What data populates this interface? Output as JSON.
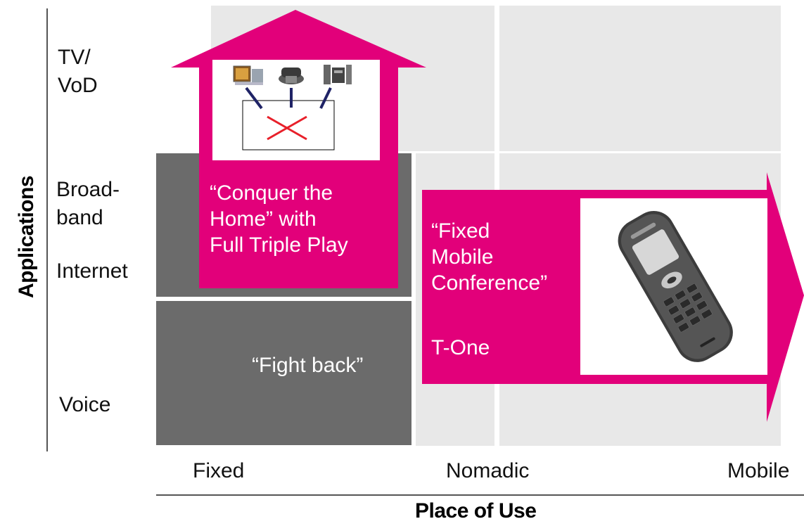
{
  "colors": {
    "magenta": "#e2007a",
    "grid_cell": "#e8e8e8",
    "dark_block": "#6b6b6b",
    "axis_line": "#555555"
  },
  "y_axis": {
    "title": "Applications",
    "labels": {
      "tv_vod_line1": "TV/",
      "tv_vod_line2": "VoD",
      "broadband_line1": "Broad-",
      "broadband_line2": "band",
      "internet": "Internet",
      "voice": "Voice"
    }
  },
  "x_axis": {
    "title": "Place of Use",
    "labels": {
      "fixed": "Fixed",
      "nomadic": "Nomadic",
      "mobile": "Mobile"
    }
  },
  "blocks": {
    "fight_back": "“Fight back”",
    "conquer_home": {
      "line1": "“Conquer the",
      "line2": "Home” with",
      "line3": "Full Triple Play"
    },
    "fixed_mobile": {
      "line1": "“Fixed",
      "line2": "Mobile",
      "line3": "Conference”",
      "product": "T-One"
    }
  },
  "icons": {
    "home_devices": [
      "tv-set-icon",
      "desk-phone-icon",
      "stereo-icon"
    ],
    "mobile_phone": "mobile-phone-icon"
  }
}
